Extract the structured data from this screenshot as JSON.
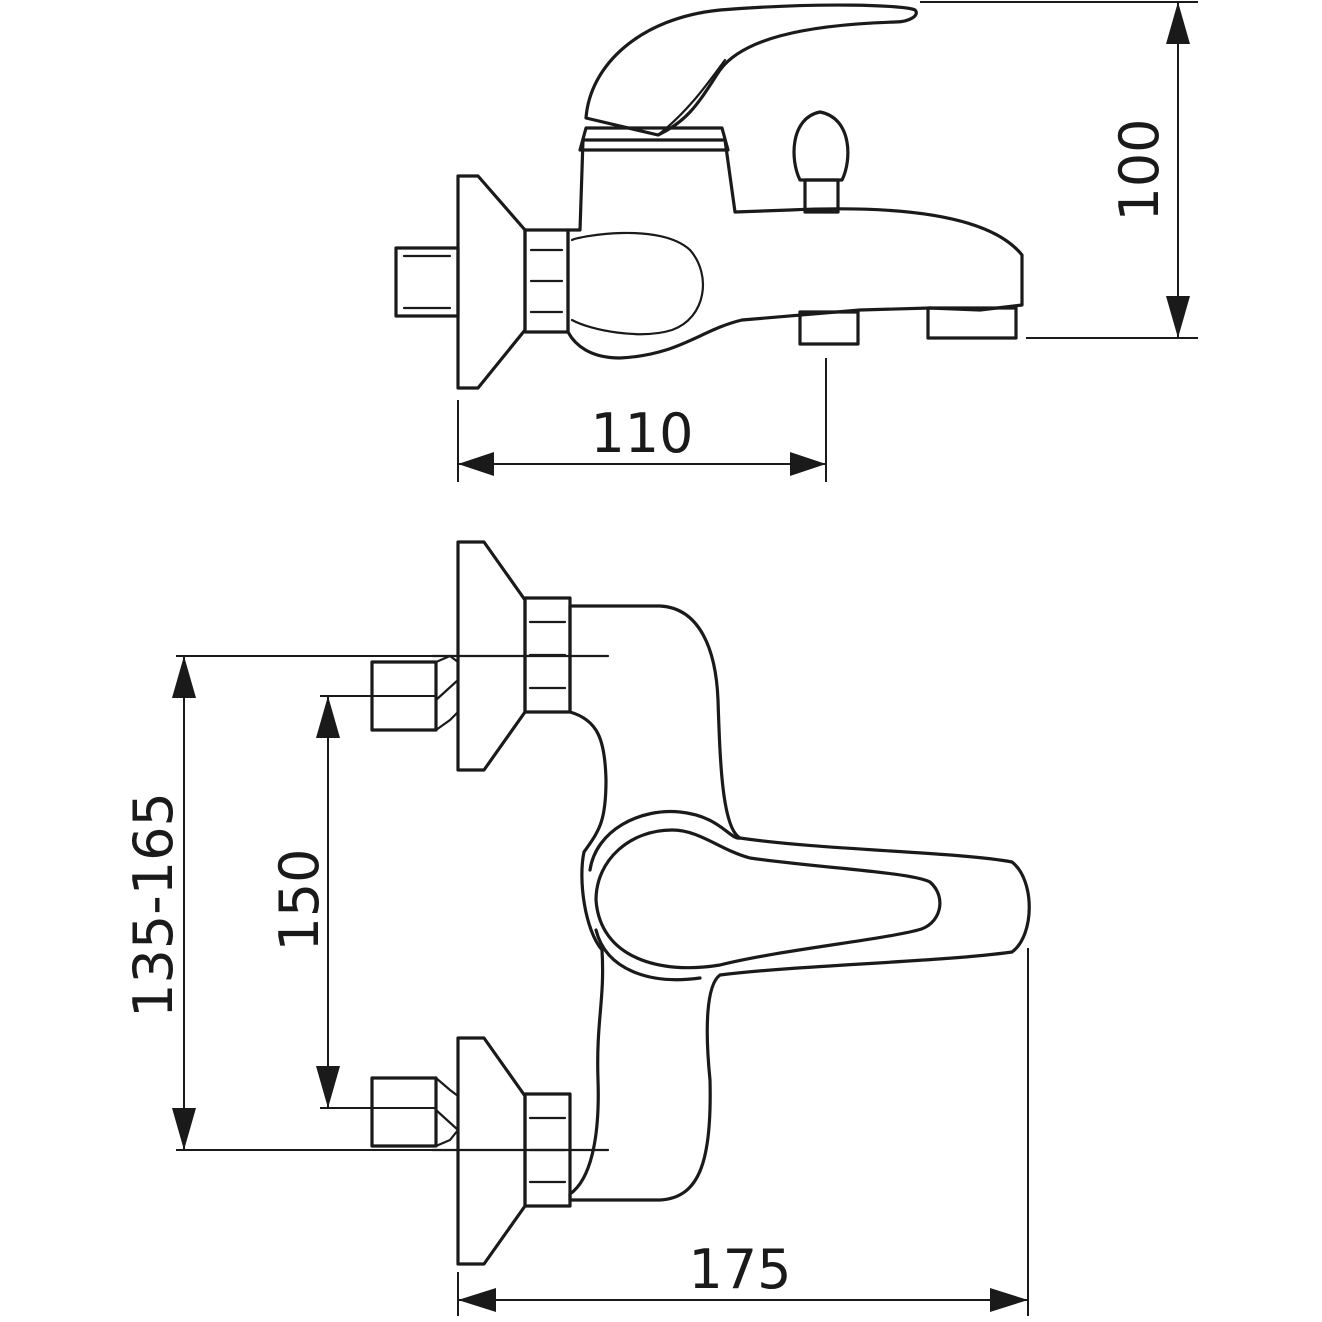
{
  "dimensions": {
    "top_view_width": "110",
    "top_view_height": "100",
    "bottom_view_width": "175",
    "inlet_spacing": "150",
    "wall_adjust_range": "135-165"
  },
  "colors": {
    "line": "#1a1a1a",
    "background": "#ffffff"
  }
}
